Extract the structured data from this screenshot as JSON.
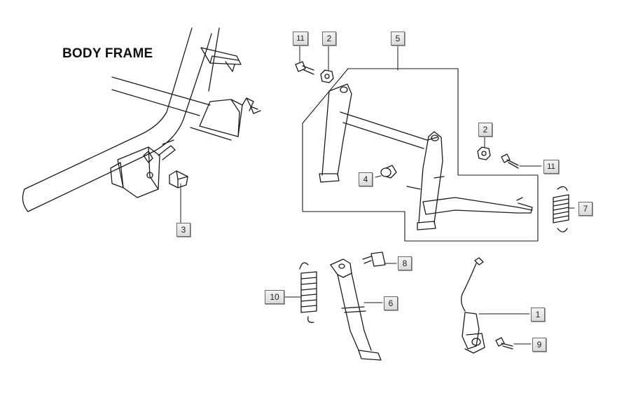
{
  "diagram": {
    "title": "BODY FRAME",
    "callouts": [
      {
        "id": "11-top",
        "label": "11"
      },
      {
        "id": "2-top",
        "label": "2"
      },
      {
        "id": "5",
        "label": "5"
      },
      {
        "id": "2-right",
        "label": "2"
      },
      {
        "id": "11-right",
        "label": "11"
      },
      {
        "id": "4",
        "label": "4"
      },
      {
        "id": "7",
        "label": "7"
      },
      {
        "id": "3",
        "label": "3"
      },
      {
        "id": "8",
        "label": "8"
      },
      {
        "id": "10",
        "label": "10"
      },
      {
        "id": "6",
        "label": "6"
      },
      {
        "id": "1",
        "label": "1"
      },
      {
        "id": "9",
        "label": "9"
      }
    ]
  }
}
